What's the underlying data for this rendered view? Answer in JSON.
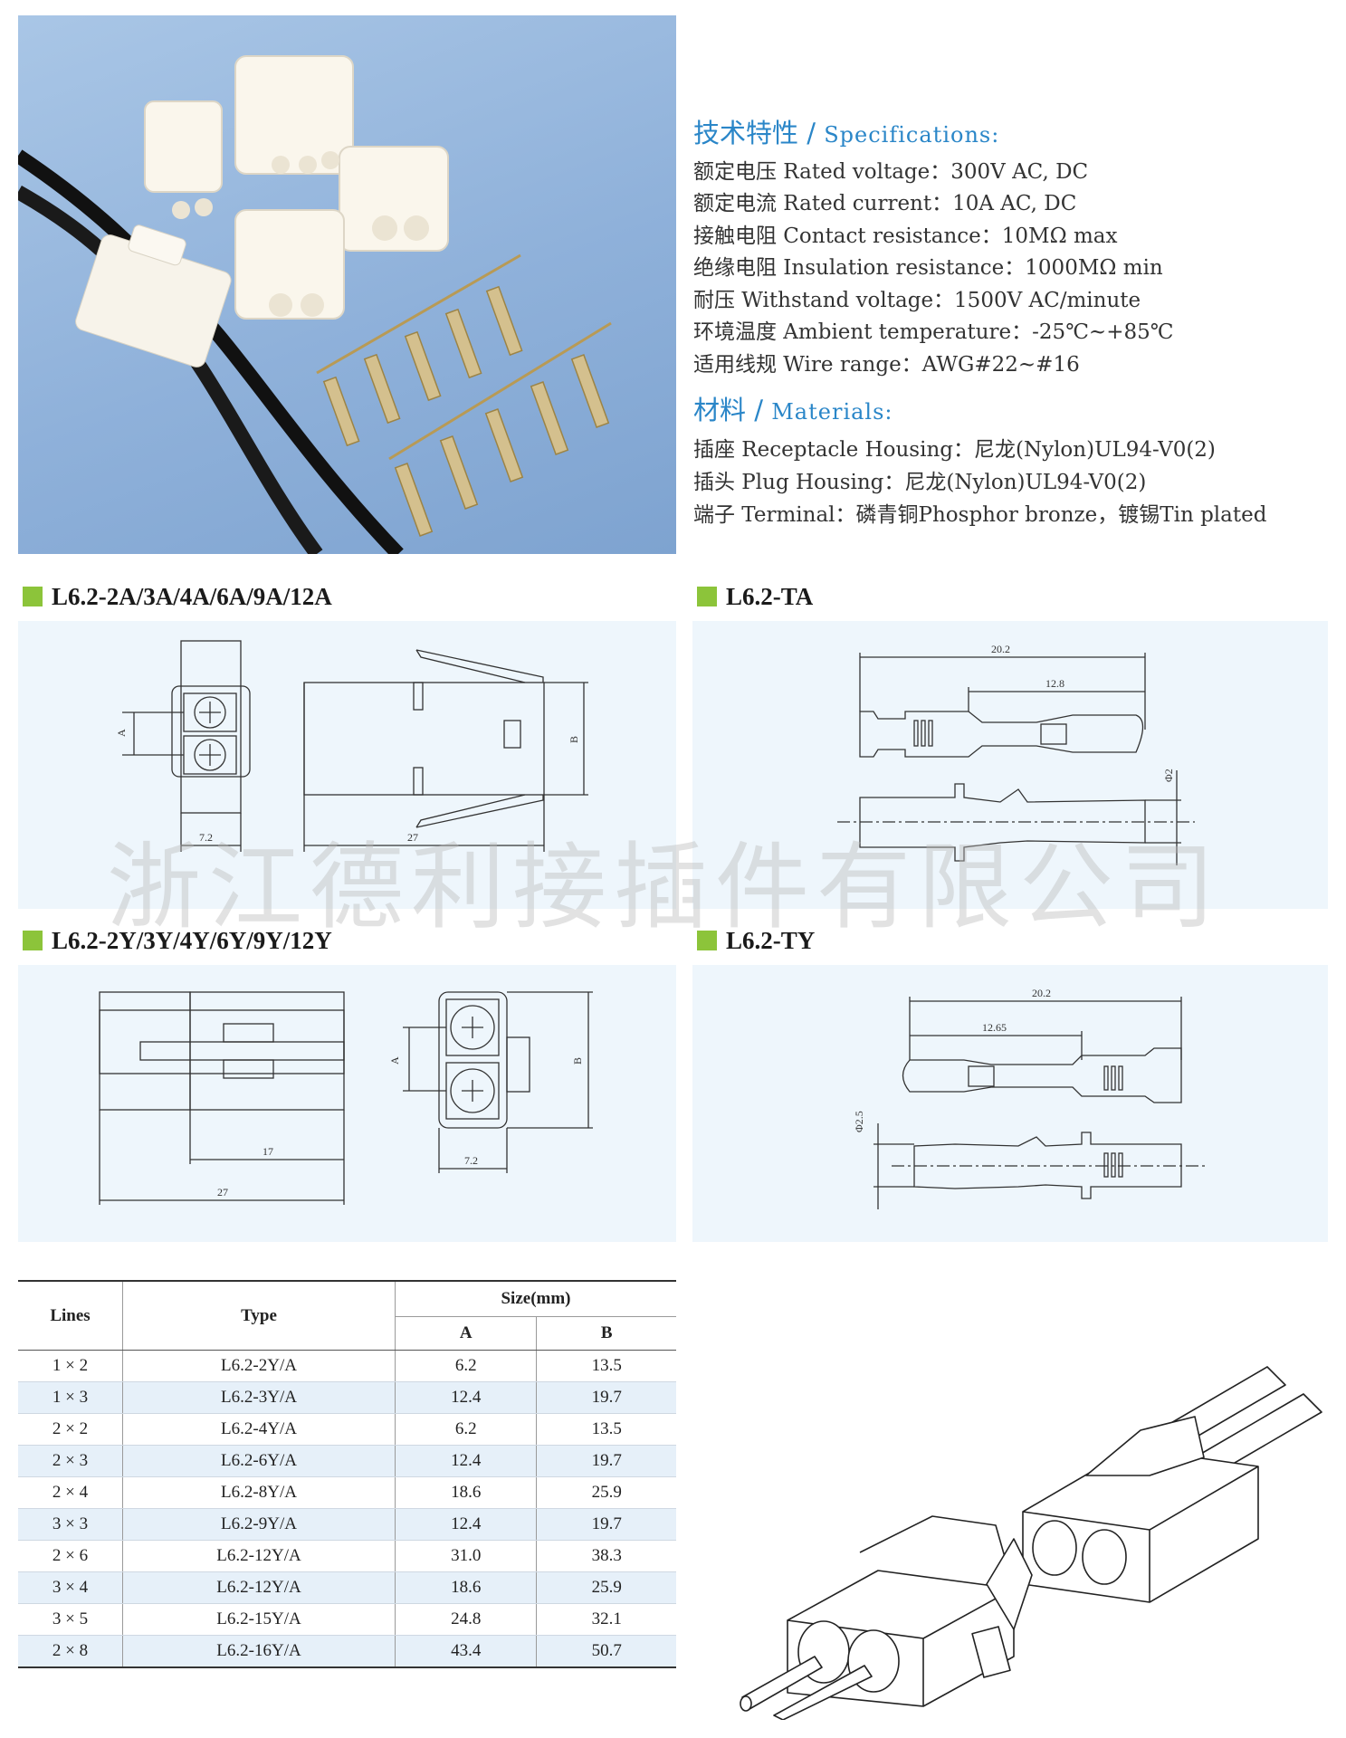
{
  "specs": {
    "title_cn": "技术特性",
    "title_sep": "/",
    "title_en": "Specifications:",
    "lines": [
      "额定电压 Rated voltage：300V AC, DC",
      "额定电流 Rated current：10A AC, DC",
      "接触电阻 Contact resistance：10MΩ max",
      "绝缘电阻 Insulation resistance：1000MΩ min",
      "耐压 Withstand voltage：1500V AC/minute",
      "环境温度 Ambient temperature：-25℃~+85℃",
      "适用线规 Wire range：AWG#22~#16"
    ]
  },
  "materials": {
    "title_cn": "材料",
    "title_sep": "/",
    "title_en": "Materials:",
    "lines": [
      "插座 Receptacle Housing：尼龙(Nylon)UL94-V0(2)",
      "插头 Plug Housing：尼龙(Nylon)UL94-V0(2)",
      "端子 Terminal：磷青铜Phosphor bronze，镀锡Tin plated"
    ]
  },
  "sections": {
    "a": "L6.2-2A/3A/4A/6A/9A/12A",
    "ta": "L6.2-TA",
    "y": "L6.2-2Y/3Y/4Y/6Y/9Y/12Y",
    "ty": "L6.2-TY"
  },
  "drawing_labels": {
    "a_dim_a": "A",
    "a_dim_b": "B",
    "a_w": "7.2",
    "a_l": "27",
    "ta_l": "20.2",
    "ta_m": "12.8",
    "ta_d": "Φ2",
    "y_dim_a": "A",
    "y_dim_b": "B",
    "y_l1": "17",
    "y_l2": "27",
    "y_w": "7.2",
    "ty_l": "20.2",
    "ty_m": "12.65",
    "ty_d": "Φ2.5"
  },
  "watermark": "浙江德利接插件有限公司",
  "table": {
    "headers": {
      "lines": "Lines",
      "type": "Type",
      "size": "Size(mm)",
      "a": "A",
      "b": "B"
    },
    "rows": [
      {
        "lines": "1 × 2",
        "type": "L6.2-2Y/A",
        "a": "6.2",
        "b": "13.5"
      },
      {
        "lines": "1 × 3",
        "type": "L6.2-3Y/A",
        "a": "12.4",
        "b": "19.7"
      },
      {
        "lines": "2 × 2",
        "type": "L6.2-4Y/A",
        "a": "6.2",
        "b": "13.5"
      },
      {
        "lines": "2 × 3",
        "type": "L6.2-6Y/A",
        "a": "12.4",
        "b": "19.7"
      },
      {
        "lines": "2 × 4",
        "type": "L6.2-8Y/A",
        "a": "18.6",
        "b": "25.9"
      },
      {
        "lines": "3 × 3",
        "type": "L6.2-9Y/A",
        "a": "12.4",
        "b": "19.7"
      },
      {
        "lines": "2 × 6",
        "type": "L6.2-12Y/A",
        "a": "31.0",
        "b": "38.3"
      },
      {
        "lines": "3 × 4",
        "type": "L6.2-12Y/A",
        "a": "18.6",
        "b": "25.9"
      },
      {
        "lines": "3 × 5",
        "type": "L6.2-15Y/A",
        "a": "24.8",
        "b": "32.1"
      },
      {
        "lines": "2 × 8",
        "type": "L6.2-16Y/A",
        "a": "43.4",
        "b": "50.7"
      }
    ]
  }
}
